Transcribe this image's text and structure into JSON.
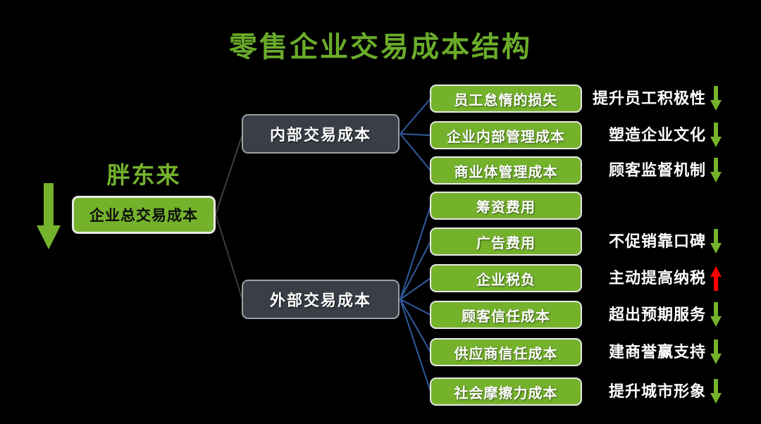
{
  "title": "零售企业交易成本结构",
  "brand": "胖东来",
  "root": {
    "label": "企业总交易成本"
  },
  "branches": [
    {
      "label": "内部交易成本"
    },
    {
      "label": "外部交易成本"
    }
  ],
  "leaves": [
    {
      "label": "员工怠惰的损失"
    },
    {
      "label": "企业内部管理成本"
    },
    {
      "label": "商业体管理成本"
    },
    {
      "label": "筹资费用"
    },
    {
      "label": "广告费用"
    },
    {
      "label": "企业税负"
    },
    {
      "label": "顾客信任成本"
    },
    {
      "label": "供应商信任成本"
    },
    {
      "label": "社会摩擦力成本"
    }
  ],
  "annotations": [
    {
      "label": "提升员工积极性",
      "direction": "down"
    },
    {
      "label": "塑造企业文化",
      "direction": "down"
    },
    {
      "label": "顾客监督机制",
      "direction": "down"
    },
    {
      "label": "不促销靠口碑",
      "direction": "down"
    },
    {
      "label": "主动提高纳税",
      "direction": "up"
    },
    {
      "label": "超出预期服务",
      "direction": "down"
    },
    {
      "label": "建商誉赢支持",
      "direction": "down"
    },
    {
      "label": "提升城市形象",
      "direction": "down"
    }
  ],
  "colors": {
    "background": "#000000",
    "green": "#74B22C",
    "title_green": "#6AAC2A",
    "dark_box_fill": "#3A3F47",
    "dark_box_border": "#9BA1A8",
    "light_box_border": "#E9E9E7",
    "blue_line": "#2F5B9D",
    "gray_line": "#3E3E3E",
    "red_arrow": "#FF0000",
    "white_text": "#FFFFFF",
    "dark_text": "#0D0D0D"
  }
}
